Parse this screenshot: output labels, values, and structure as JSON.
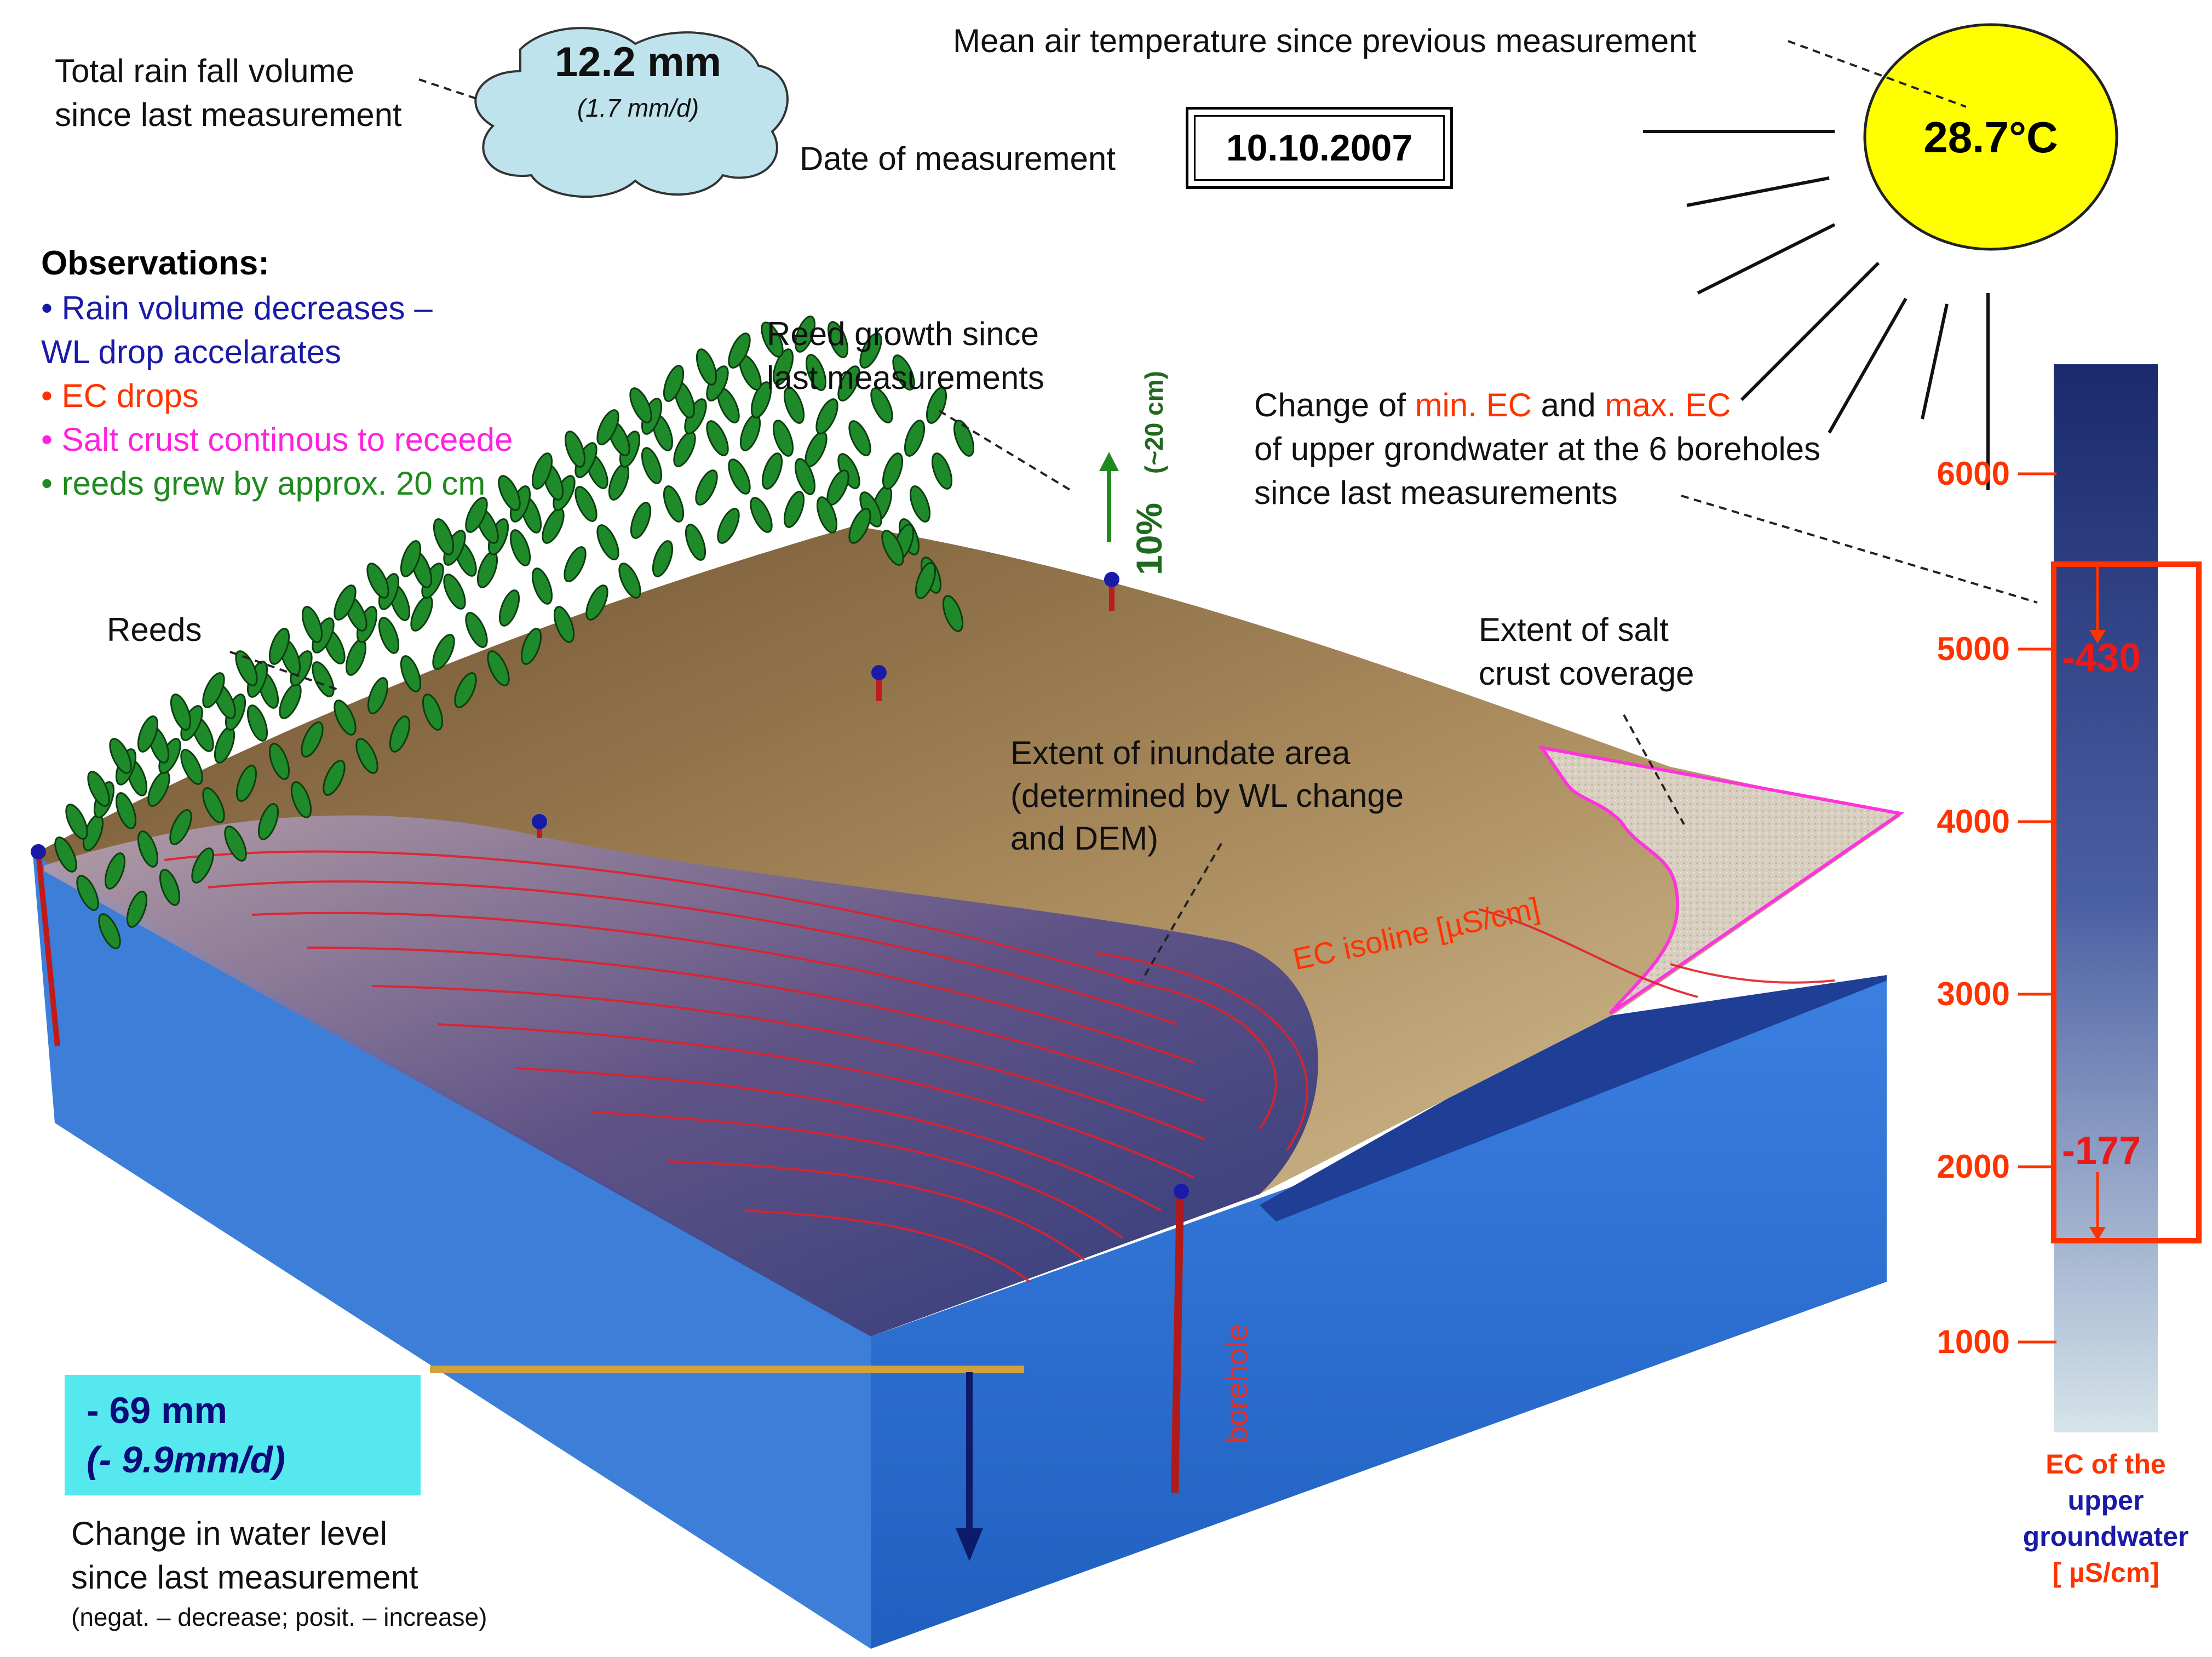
{
  "rainfall": {
    "label_line1": "Total rain fall volume",
    "label_line2": "since last measurement",
    "value": "12.2 mm",
    "rate": "(1.7 mm/d)"
  },
  "temperature": {
    "label": "Mean air temperature since previous measurement",
    "value": "28.7°C"
  },
  "date": {
    "label": "Date of measurement",
    "value": "10.10.2007"
  },
  "observations": {
    "title": "Observations:",
    "items": [
      {
        "line1": "• Rain volume decreases –",
        "line2": "WL drop accelarates",
        "color": "#1a1aa8"
      },
      {
        "line1": "• EC drops",
        "color": "#ff3300"
      },
      {
        "line1": "• Salt crust continous to receede",
        "color": "#ff22dd"
      },
      {
        "line1": "• reeds grew by approx. 20 cm",
        "color": "#1f8a1f"
      }
    ]
  },
  "reed_growth": {
    "label_line1": "Reed growth since",
    "label_line2": "last measurements",
    "value": "10%",
    "approx": "(~20 cm)"
  },
  "ec_change": {
    "pre": "Change of ",
    "min": "min. EC",
    "and": " and ",
    "max": "max. EC",
    "line2": "of upper grondwater at the 6 boreholes",
    "line3": "since last measurements"
  },
  "labels": {
    "reeds": "Reeds",
    "salt_line1": "Extent of salt",
    "salt_line2": "crust coverage",
    "inund_line1": "Extent of inundate area",
    "inund_line2": "(determined by WL  change",
    "inund_line3": "and DEM)",
    "isoline": "EC isoline [µS/cm]",
    "borehole": "borehole"
  },
  "water_level": {
    "value": "- 69 mm",
    "rate": "(- 9.9mm/d)",
    "label_line1": "Change in water level",
    "label_line2": "since last measurement",
    "note": "(negat. – decrease; posit. – increase)"
  },
  "ec_scale": {
    "ticks": [
      "6000",
      "5000",
      "4000",
      "3000",
      "2000",
      "1000"
    ],
    "tick_values": [
      6000,
      5000,
      4000,
      3000,
      2000,
      1000
    ],
    "range_max": 5430,
    "range_min": 1823,
    "delta_max": "-430",
    "delta_min": "-177",
    "legend_line1": "EC of the",
    "legend_line2": "upper",
    "legend_line3": "groundwater",
    "legend_line4": "[ µS/cm]"
  },
  "colors": {
    "sun": "#ffff00",
    "cloud": "#bfe3ec",
    "water_block": "#2a6fd1",
    "soil": "#a88a5c",
    "ec_scale_top": "#1a2a6c",
    "ec_scale_bottom": "#d6e4ea",
    "accent_red": "#ff3300"
  }
}
